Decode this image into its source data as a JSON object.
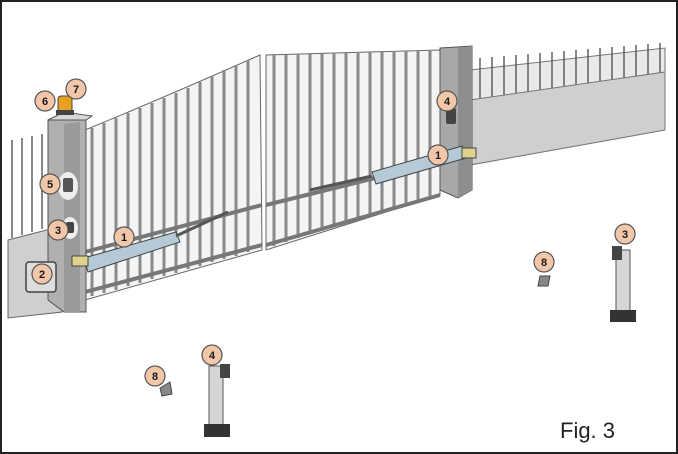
{
  "figure": {
    "label": "Fig. 3"
  },
  "callouts": [
    {
      "id": "blinker-6",
      "text": "6"
    },
    {
      "id": "blinker-7",
      "text": "7"
    },
    {
      "id": "selector-5",
      "text": "5"
    },
    {
      "id": "photocell-3-left",
      "text": "3"
    },
    {
      "id": "control-box-2",
      "text": "2"
    },
    {
      "id": "actuator-1-left",
      "text": "1"
    },
    {
      "id": "actuator-1-right",
      "text": "1"
    },
    {
      "id": "photocell-4-pillar",
      "text": "4"
    },
    {
      "id": "column-3-right",
      "text": "3"
    },
    {
      "id": "stop-8-right",
      "text": "8"
    },
    {
      "id": "stop-8-left",
      "text": "8"
    },
    {
      "id": "column-4-front",
      "text": "4"
    }
  ],
  "colors": {
    "callout_fill": "#f2c6a8",
    "callout_stroke": "#555555",
    "wall": "#cfcfcf",
    "pillar": "#a8a8a8",
    "gate_bar": "#9a9a9a",
    "actuator": "#b5c9d6",
    "lamp": "#e8a020"
  }
}
